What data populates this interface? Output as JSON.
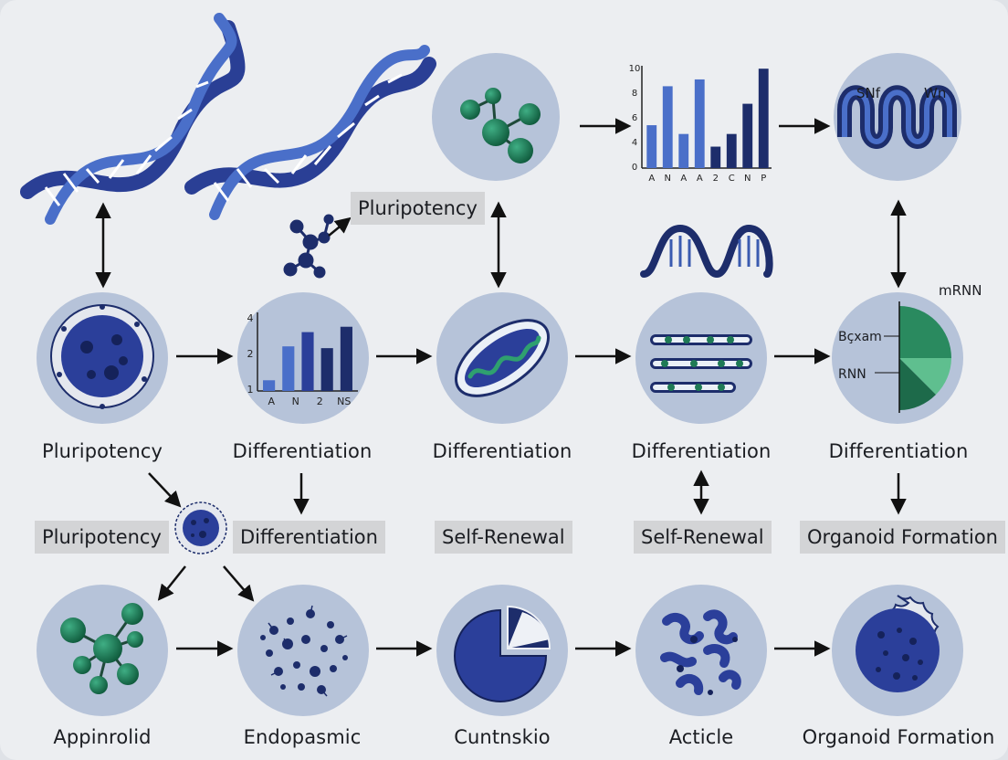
{
  "colors": {
    "node_fill": "#b6c3d9",
    "dark_navy": "#1d2d6b",
    "mid_blue": "#3a5bb0",
    "light_blue": "#7f9edc",
    "green": "#1f7a55",
    "arrow": "#111111"
  },
  "floating_tag": "Pluripotency",
  "row2_labels": [
    "Pluripotency",
    "Differentiation",
    "Differentiation",
    "Differentiation",
    "Differentiation"
  ],
  "row3_tags": [
    "Pluripotency",
    "Differentiation",
    "Self-Renewal",
    "Self-Renewal",
    "Organoid Formation"
  ],
  "row4_labels": [
    "Appinrolid",
    "Endopasmic",
    "Cuntnskio",
    "Acticle",
    "Organoid Formation"
  ],
  "wave_labels": {
    "left": "SNf",
    "right": "Wn"
  },
  "pie_labels": {
    "top": "mRNN",
    "mid": "Bçxam",
    "bottom": "RNN"
  },
  "chart_data": [
    {
      "type": "bar",
      "categories": [
        "A",
        "N",
        "2",
        "NS"
      ],
      "values": [
        0.6,
        2.5,
        3.3,
        2.4,
        3.6
      ],
      "y_ticks": [
        "4",
        "2",
        "1"
      ],
      "ylim": [
        0,
        4.2
      ]
    },
    {
      "type": "bar",
      "categories": [
        "A",
        "N",
        "A",
        "A",
        "2",
        "C",
        "N",
        "P"
      ],
      "values": [
        4.4,
        8.4,
        3.5,
        9.1,
        2.2,
        3.5,
        6.6,
        10.2
      ],
      "y_ticks": [
        "10",
        "8",
        "6",
        "4",
        "0"
      ],
      "ylim": [
        0,
        10.5
      ]
    },
    {
      "type": "pie",
      "values": [
        75,
        25
      ]
    }
  ]
}
